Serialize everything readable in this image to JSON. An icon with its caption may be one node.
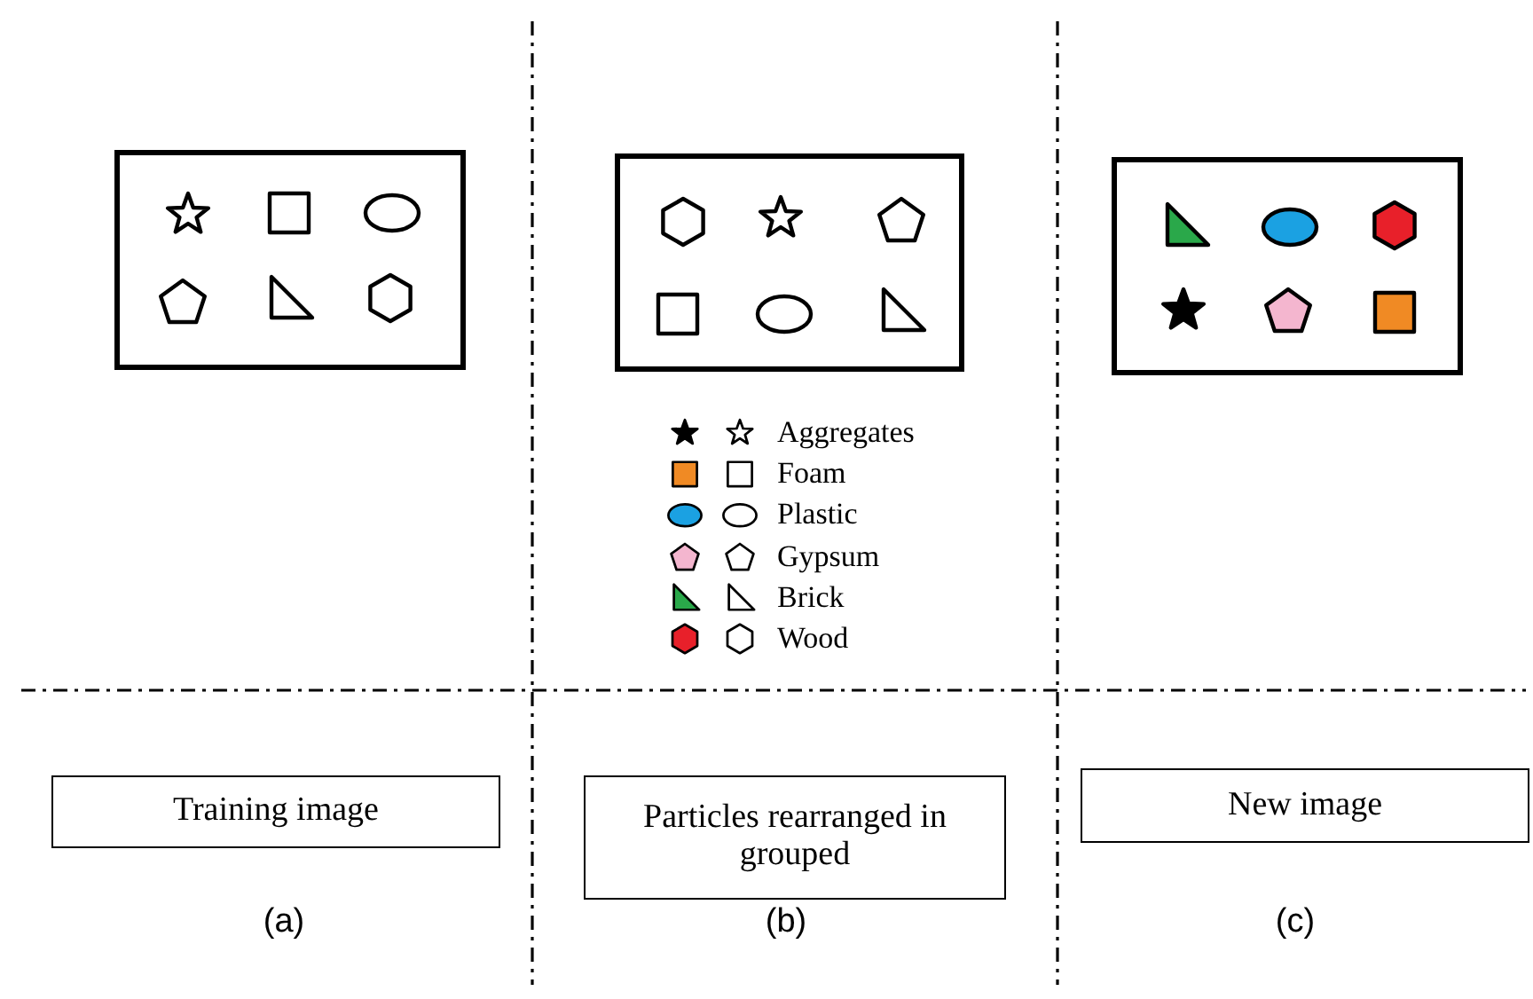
{
  "diagram": {
    "nodes": [
      {
        "text": [
          "Training image"
        ]
      },
      {
        "text": [
          "Particles rearranged in grouped"
        ]
      },
      {
        "text": [
          "New image"
        ]
      }
    ],
    "labels": [
      "(a)",
      "(b)",
      "(c)"
    ],
    "legend": [
      {
        "text": "Aggregates"
      },
      {
        "text": "Foam"
      },
      {
        "text": "Plastic"
      },
      {
        "text": "Gypsum"
      },
      {
        "text": "Brick"
      },
      {
        "text": "Wood"
      }
    ]
  }
}
